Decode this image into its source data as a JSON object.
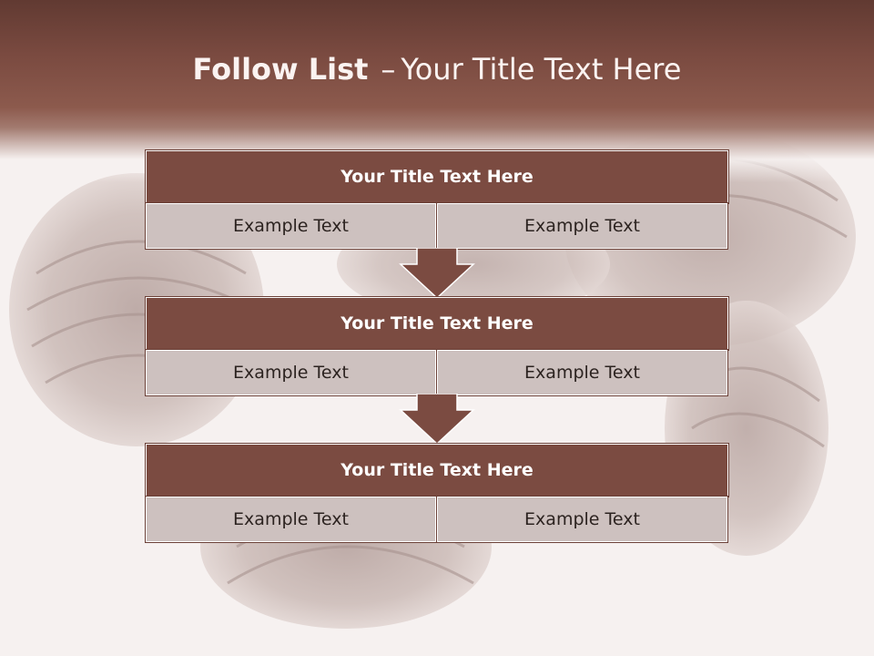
{
  "slide": {
    "title_bold": "Follow List",
    "title_dash": "–",
    "title_rest": "Your Title Text Here"
  },
  "blocks": [
    {
      "title": "Your Title Text Here",
      "cells": [
        "Example Text",
        "Example Text"
      ]
    },
    {
      "title": "Your Title Text Here",
      "cells": [
        "Example Text",
        "Example Text"
      ]
    },
    {
      "title": "Your Title Text Here",
      "cells": [
        "Example Text",
        "Example Text"
      ]
    }
  ],
  "colors": {
    "header_band": "#7a4a40",
    "block_title_fill": "#7b4b41",
    "cell_fill": "#cdc1bf",
    "arrow_fill": "#7b4b41"
  },
  "icons": [
    "down-arrow-icon",
    "down-arrow-icon"
  ]
}
